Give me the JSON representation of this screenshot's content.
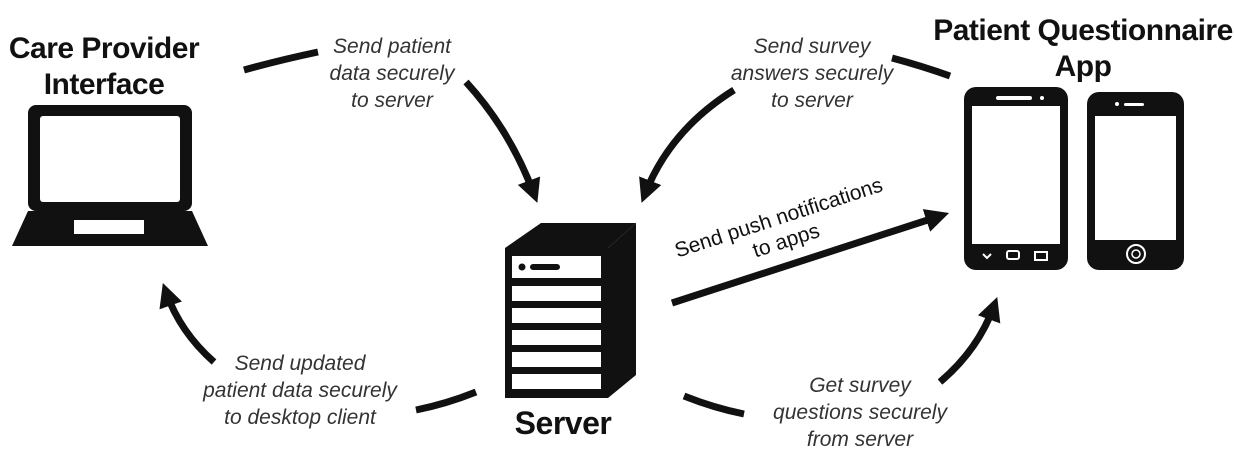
{
  "nodes": {
    "care_provider": {
      "title_line1": "Care Provider",
      "title_line2": "Interface",
      "icon": "laptop-icon"
    },
    "patient_app": {
      "title_line1": "Patient Questionnaire",
      "title_line2": "App",
      "icons": [
        "android-phone-icon",
        "iphone-icon"
      ]
    },
    "server": {
      "title": "Server",
      "icon": "server-tower-icon"
    }
  },
  "flows": {
    "send_patient_data": [
      "Send patient",
      "data securely",
      "to server"
    ],
    "send_survey_answers": [
      "Send survey",
      "answers securely",
      "to server"
    ],
    "send_push": [
      "Send push notifications",
      "to apps"
    ],
    "send_updated_data": [
      "Send updated",
      "patient data securely",
      "to desktop client"
    ],
    "get_survey_questions": [
      "Get survey",
      "questions securely",
      "from server"
    ]
  },
  "colors": {
    "ink": "#111111",
    "label": "#333333",
    "background": "#ffffff"
  }
}
